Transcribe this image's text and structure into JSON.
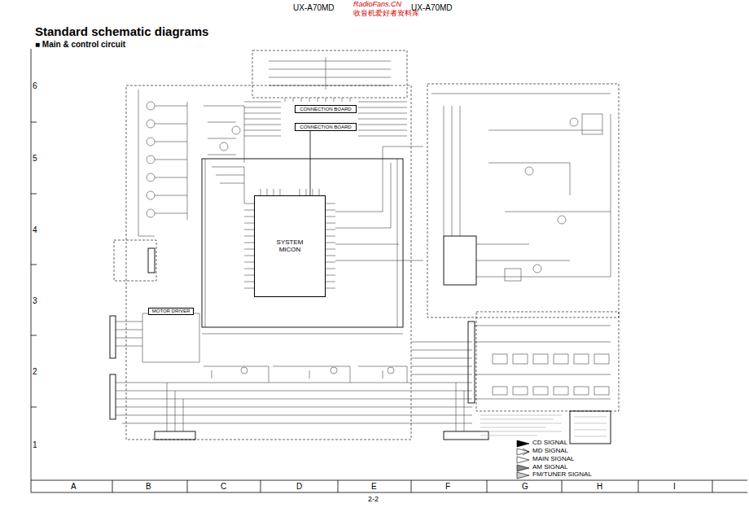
{
  "diagram": {
    "title": "Standard schematic diagrams",
    "nodes": [
      {
        "text": [
          "SYSTEM MICON"
        ]
      },
      {
        "text": [
          "CONNECTION BOARD"
        ]
      },
      {
        "text": [
          "CONNECTION BOARD"
        ]
      },
      {
        "text": [
          "MOTOR DRIVER"
        ]
      }
    ],
    "edges": [
      {
        "from": 0,
        "to": 2,
        "arrow": "none"
      }
    ],
    "labels": [
      "UX-A70MD",
      "RadioFans.CN",
      "收音机爱好者资料库",
      "UX-A70MD",
      "■ Main & control circuit",
      "6",
      "5",
      "4",
      "3",
      "2",
      "1",
      "A",
      "B",
      "C",
      "D",
      "E",
      "F",
      "G",
      "H",
      "I",
      "2-2"
    ],
    "legend": [
      {
        "text": "CD SIGNAL"
      },
      {
        "text": "MD SIGNAL"
      },
      {
        "text": "MAIN SIGNAL"
      },
      {
        "text": "AM SIGNAL"
      },
      {
        "text": "FM/TUNER SIGNAL"
      }
    ]
  }
}
